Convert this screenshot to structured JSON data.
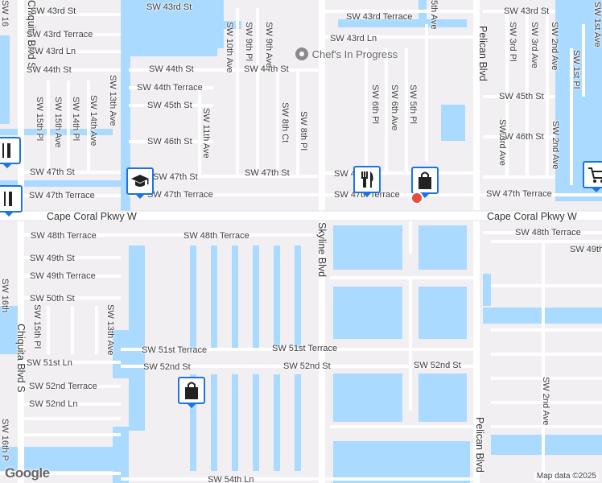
{
  "map": {
    "colors": {
      "land": "#f2eff3",
      "water": "#aadaff",
      "road": "#ffffff",
      "major_road": "#ffffff",
      "pin_border": "#1a73e8"
    },
    "roads_major": {
      "cape_coral_pkwy_w": "Cape Coral Pkwy W",
      "cape_coral_pkwy_w_east": "Cape Coral Pkwy W",
      "chiquita_blvd_s_top": "Chiquita Blvd S",
      "chiquita_blvd_s": "Chiquita Blvd S",
      "pelican_blvd_top": "Pelican Blvd",
      "pelican_blvd_bottom": "Pelican Blvd",
      "skyline_blvd": "Skyline Blvd"
    },
    "streets": {
      "sw_43rd_st_a": "SW 43rd St",
      "sw_43rd_st_b": "SW 43rd St",
      "sw_43rd_st_c": "SW 43rd St",
      "sw_43rd_terrace_a": "SW 43rd Terrace",
      "sw_43rd_terrace_b": "SW 43rd Terrace",
      "sw_43rd_ln_a": "SW 43rd Ln",
      "sw_43rd_ln_b": "SW 43rd Ln",
      "sw_44th_st_a": "SW 44th St",
      "sw_44th_st_b": "SW 44th St",
      "sw_44th_st_c": "SW 44th St",
      "sw_44th_terrace": "SW 44th Terrace",
      "sw_45th_st_a": "SW 45th St",
      "sw_45th_st_b": "SW 45th St",
      "sw_46th_st_a": "SW 46th St",
      "sw_46th_st_b": "SW 46th St",
      "sw_47th_st_a": "SW 47th St",
      "sw_47th_st_b": "SW 47th St",
      "sw_47th_st_c": "SW 47th St",
      "sw_47th_st_d": "SW 4",
      "sw_47th_terrace_a": "SW 47th Terrace",
      "sw_47th_terrace_b": "SW 47th Terrace",
      "sw_47th_terrace_c": "SW 47th Terrace",
      "sw_47th_terrace_d": "SW 47th Terrace",
      "sw_48th_terrace_a": "SW 48th Terrace",
      "sw_48th_terrace_b": "SW 48th Terrace",
      "sw_48th_terrace_c": "SW 48th Terrace",
      "sw_49th_st": "SW 49th St",
      "sw_49th_east": "SW 49th",
      "sw_49th_terrace": "SW 49th Terrace",
      "sw_50th_st": "SW 50th St",
      "sw_51st_ln": "SW 51st Ln",
      "sw_51st_terrace_a": "SW 51st Terrace",
      "sw_51st_terrace_b": "SW 51st Terrace",
      "sw_52nd_st_a": "SW 52nd St",
      "sw_52nd_st_b": "SW 52nd St",
      "sw_52nd_st_c": "SW 52nd St",
      "sw_52nd_terrace": "SW 52nd Terrace",
      "sw_52nd_ln": "SW 52nd Ln",
      "sw_54th_ln": "SW 54th Ln",
      "sw_15th_pl": "SW 15th Pl",
      "sw_15th_pl_b": "SW 15th Pl",
      "sw_15th_ave": "SW 15th Ave",
      "sw_14th_pl": "SW 14th Pl",
      "sw_14th_ave": "SW 14th Ave",
      "sw_13th_ave_a": "SW 13th Ave",
      "sw_13th_ave_b": "SW 13th Ave",
      "sw_11th_ave": "SW 11th Ave",
      "sw_10th_ave": "SW 10th Ave",
      "sw_9th_pl": "SW 9th Pl",
      "sw_9th_ave": "SW 9th Ave",
      "sw_8th_ct": "SW 8th Ct",
      "sw_8th_pl": "SW 8th Pl",
      "sw_6th_pl": "SW 6th Pl",
      "sw_6th_ave": "SW 6th Ave",
      "sw_5th_pl": "SW 5th Pl",
      "sw_5th_ave": "5th Ave",
      "sw_3rd_pl": "SW 3rd Pl",
      "sw_3rd_ave_a": "SW 3rd Ave",
      "sw_3rd_ave_b": "SW 3rd Ave",
      "sw_2nd_ave_a": "SW 2nd Ave",
      "sw_2nd_ave_b": "SW 2nd Ave",
      "sw_2nd_ave_c": "SW 2nd Ave",
      "sw_1st_pl": "SW 1st Pl",
      "sw_1st_ave": "SW 1st Ave",
      "sw_16th_a": "SW 16",
      "sw_16th_b": "SW 16th",
      "sw_16th_c": "SW 16th P"
    },
    "places": {
      "chefs_in_progress": "Chef's In Progress"
    },
    "markers": {
      "restaurant_1": "restaurant-icon",
      "shopping_1": "shopping-bag-icon",
      "school_1": "school-icon",
      "shopping_2": "shopping-bag-icon",
      "grocery_1": "shopping-cart-icon"
    },
    "branding": {
      "google": "Google",
      "attribution": "Map data ©2025"
    }
  }
}
